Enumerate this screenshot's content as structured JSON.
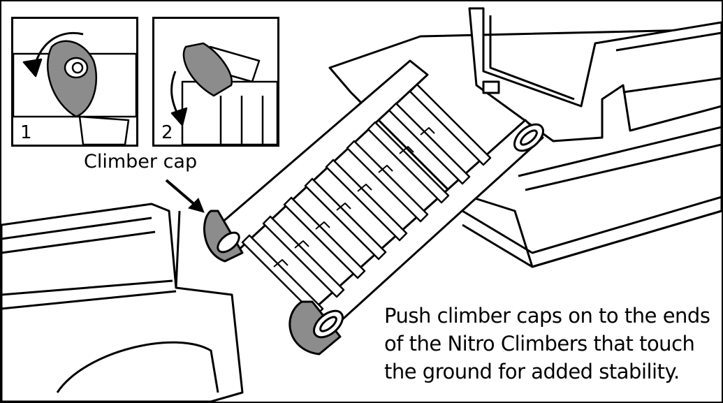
{
  "insets": [
    {
      "number": "1"
    },
    {
      "number": "2"
    }
  ],
  "callout": {
    "label": "Climber cap"
  },
  "instructions": {
    "lines": [
      "Push climber caps on to the ends",
      "of the Nitro Climbers that touch",
      "the ground for added stability."
    ]
  },
  "colors": {
    "line": "#000000",
    "cap_fill": "#8c8c8c",
    "background": "#ffffff"
  }
}
